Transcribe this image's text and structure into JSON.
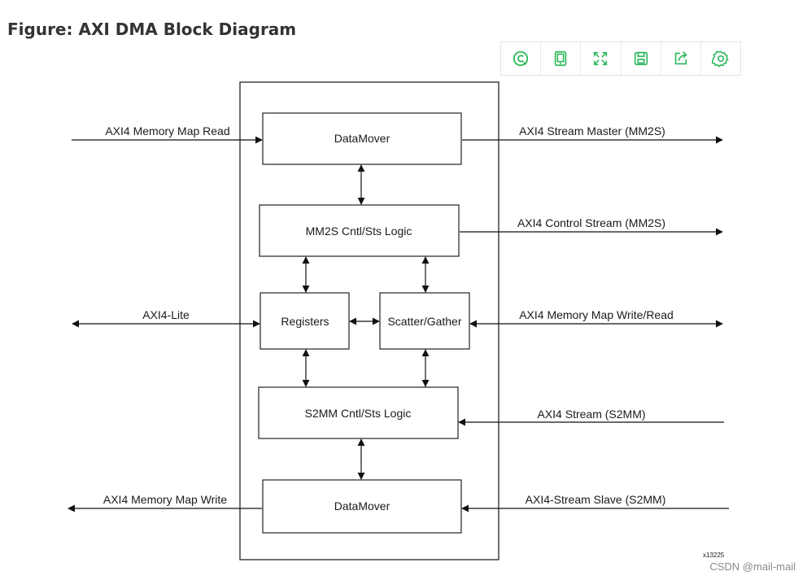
{
  "title": "Figure: AXI DMA Block Diagram",
  "toolbar": {
    "accent_color": "#2eb85c",
    "icons": [
      "copyright-icon",
      "tablet-icon",
      "fullscreen-icon",
      "save-icon",
      "share-icon",
      "settings-icon"
    ]
  },
  "blocks": {
    "datamover_top": "DataMover",
    "mm2s_logic": "MM2S Cntl/Sts Logic",
    "registers": "Registers",
    "scatter_gather": "Scatter/Gather",
    "s2mm_logic": "S2MM Cntl/Sts Logic",
    "datamover_bottom": "DataMover"
  },
  "signals": {
    "mm_read": "AXI4 Memory Map Read",
    "stream_master": "AXI4 Stream Master (MM2S)",
    "control_stream": "AXI4 Control Stream (MM2S)",
    "axi4_lite": "AXI4-Lite",
    "mm_write_read": "AXI4 Memory Map Write/Read",
    "stream_s2mm": "AXI4 Stream (S2MM)",
    "mm_write": "AXI4 Memory Map Write",
    "stream_slave": "AXI4-Stream Slave (S2MM)"
  },
  "figure_id": "x13225",
  "watermark": "CSDN @mail-mail"
}
